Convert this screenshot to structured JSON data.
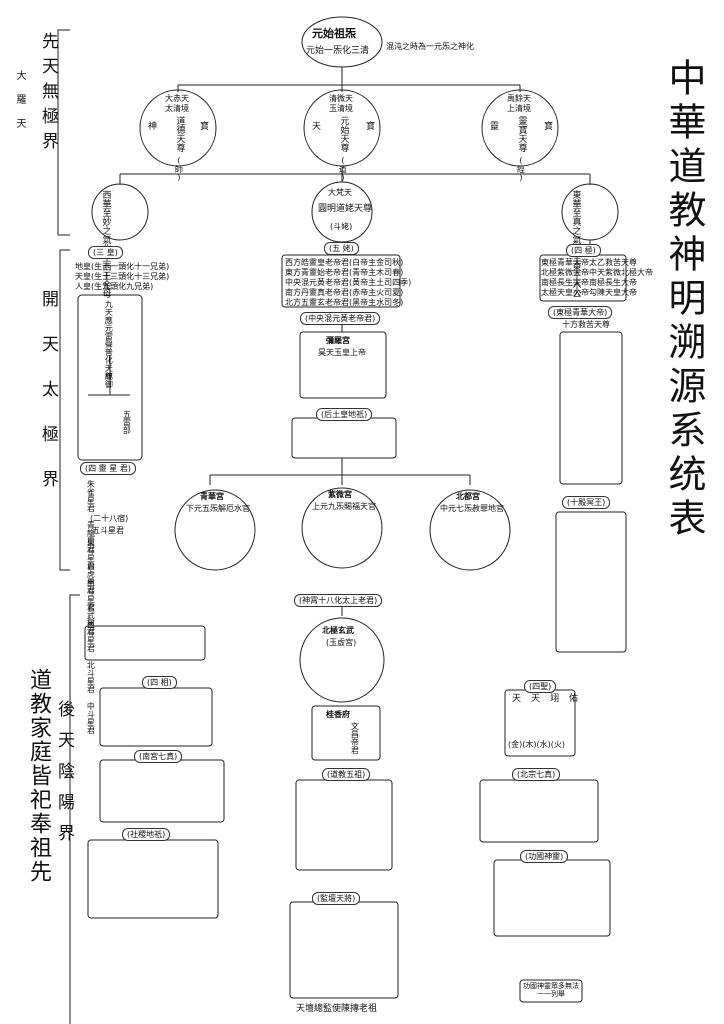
{
  "title": "中華道教神明溯源系统表",
  "realms": {
    "xiantian": "先天無極界",
    "xiantian_side": "大羅天",
    "kaitian": "開天太極界",
    "houtian": "後天陰陽界",
    "household": "道教家庭皆祀奉祖先"
  },
  "root": {
    "title": "元始祖炁",
    "subtitle": "元始一炁化三清",
    "note": "混沌之時為一元炁之神化"
  },
  "sanqing": [
    {
      "heaven": "大赤天",
      "realm": "太清境",
      "name": "道德天尊",
      "alias": "神",
      "alias2": "寶",
      "extra": "(師)"
    },
    {
      "heaven": "清微天",
      "realm": "玉清境",
      "name": "元始天尊",
      "alias": "天",
      "alias2": "寶",
      "extra": "(道)"
    },
    {
      "heaven": "禹餘天",
      "realm": "上清境",
      "name": "靈寶天尊",
      "alias": "靈",
      "alias2": "寶",
      "extra": "(經)"
    }
  ],
  "second_row": {
    "left": "西華至妙之氣化生西王金母",
    "center_heaven": "大梵天",
    "center": "圓明道姥天尊",
    "center_sub": "(斗姥)",
    "right": "東華至真之氣化生東王木公"
  },
  "sanhuang": {
    "label": "(三 皇)",
    "items": [
      "地皇(生十一頭化十一兄弟)",
      "天皇(生十三頭化十三兄弟)",
      "人皇(生九頭化九兄弟)"
    ],
    "lineage": "九天應元雷聲普化天尊",
    "lineage_sub": "統御",
    "five": "五雷部",
    "bottom": "(四 靈 星 君)",
    "stars": "朱雀星君 青龍星君 白虎星君 玄武星君",
    "xiu_label": "(二十八宿)",
    "xiu_sub": "五斗星君",
    "dou": "東斗星君 南斗星君 西斗星君 北斗星君 中斗星君"
  },
  "wulao": {
    "label": "(五 姥)",
    "items": [
      "西方皓靈皇老帝君(白帝主金司秋)",
      "東方青靈始老帝君(青帝主木司春)",
      "中央混元黃老帝君(黃帝主土司四季)",
      "南方丹靈真老帝君(赤帝主火司夏)",
      "北方五靈玄老帝君(黑帝主水司冬)"
    ],
    "center_label": "(中央混元黃老帝君)",
    "palace": "彌羅宮",
    "palace_name": "昊天玉皇上帝",
    "houtu": "(后土皇地祇)"
  },
  "siji": {
    "label": "(四 極)",
    "items": [
      "東極青華大帝太乙救苦天尊",
      "北極紫微大帝中天紫微北極大帝",
      "南極長生大帝南極長生大帝",
      "太極天皇大帝勾陳天皇大帝"
    ],
    "qinghua": "(東極青華大帝)",
    "shifang": "十方救苦天尊",
    "shidian": "(十殿冥王)"
  },
  "three_palaces": [
    {
      "name": "青華宮",
      "sub": "下元五炁解厄水官"
    },
    {
      "name": "紫微宮",
      "sub": "上元九炁賜福天官"
    },
    {
      "name": "北都宮",
      "sub": "中元七炁赦罪地官"
    }
  ],
  "houtian": {
    "shenxiao": "(神霄十八化太上老君)",
    "beiji": "北極玄武",
    "beiji_sub": "(玉虛宮)",
    "guixiang": "桂香府",
    "wenchang": "文昌帝君",
    "sixiang_label": "(四 相)",
    "nangong_label": "(南宮七真)",
    "sheji_label": "(社稷地祇)",
    "daojiao_label": "(道教五祖)",
    "beizong_label": "(北宗七真)",
    "sisheng_label": "(四聖)",
    "sisheng": [
      "天",
      "天",
      "翊",
      "佑"
    ],
    "sisheng_elements": "(金)(木)(水)(火)",
    "gongguo_label": "(功國神靈)",
    "jiantan_label": "(監壇天將)",
    "jiantan_bottom": "天壇總監使陳摶老祖",
    "notice": "功國神靈眾多無法一一列舉"
  }
}
